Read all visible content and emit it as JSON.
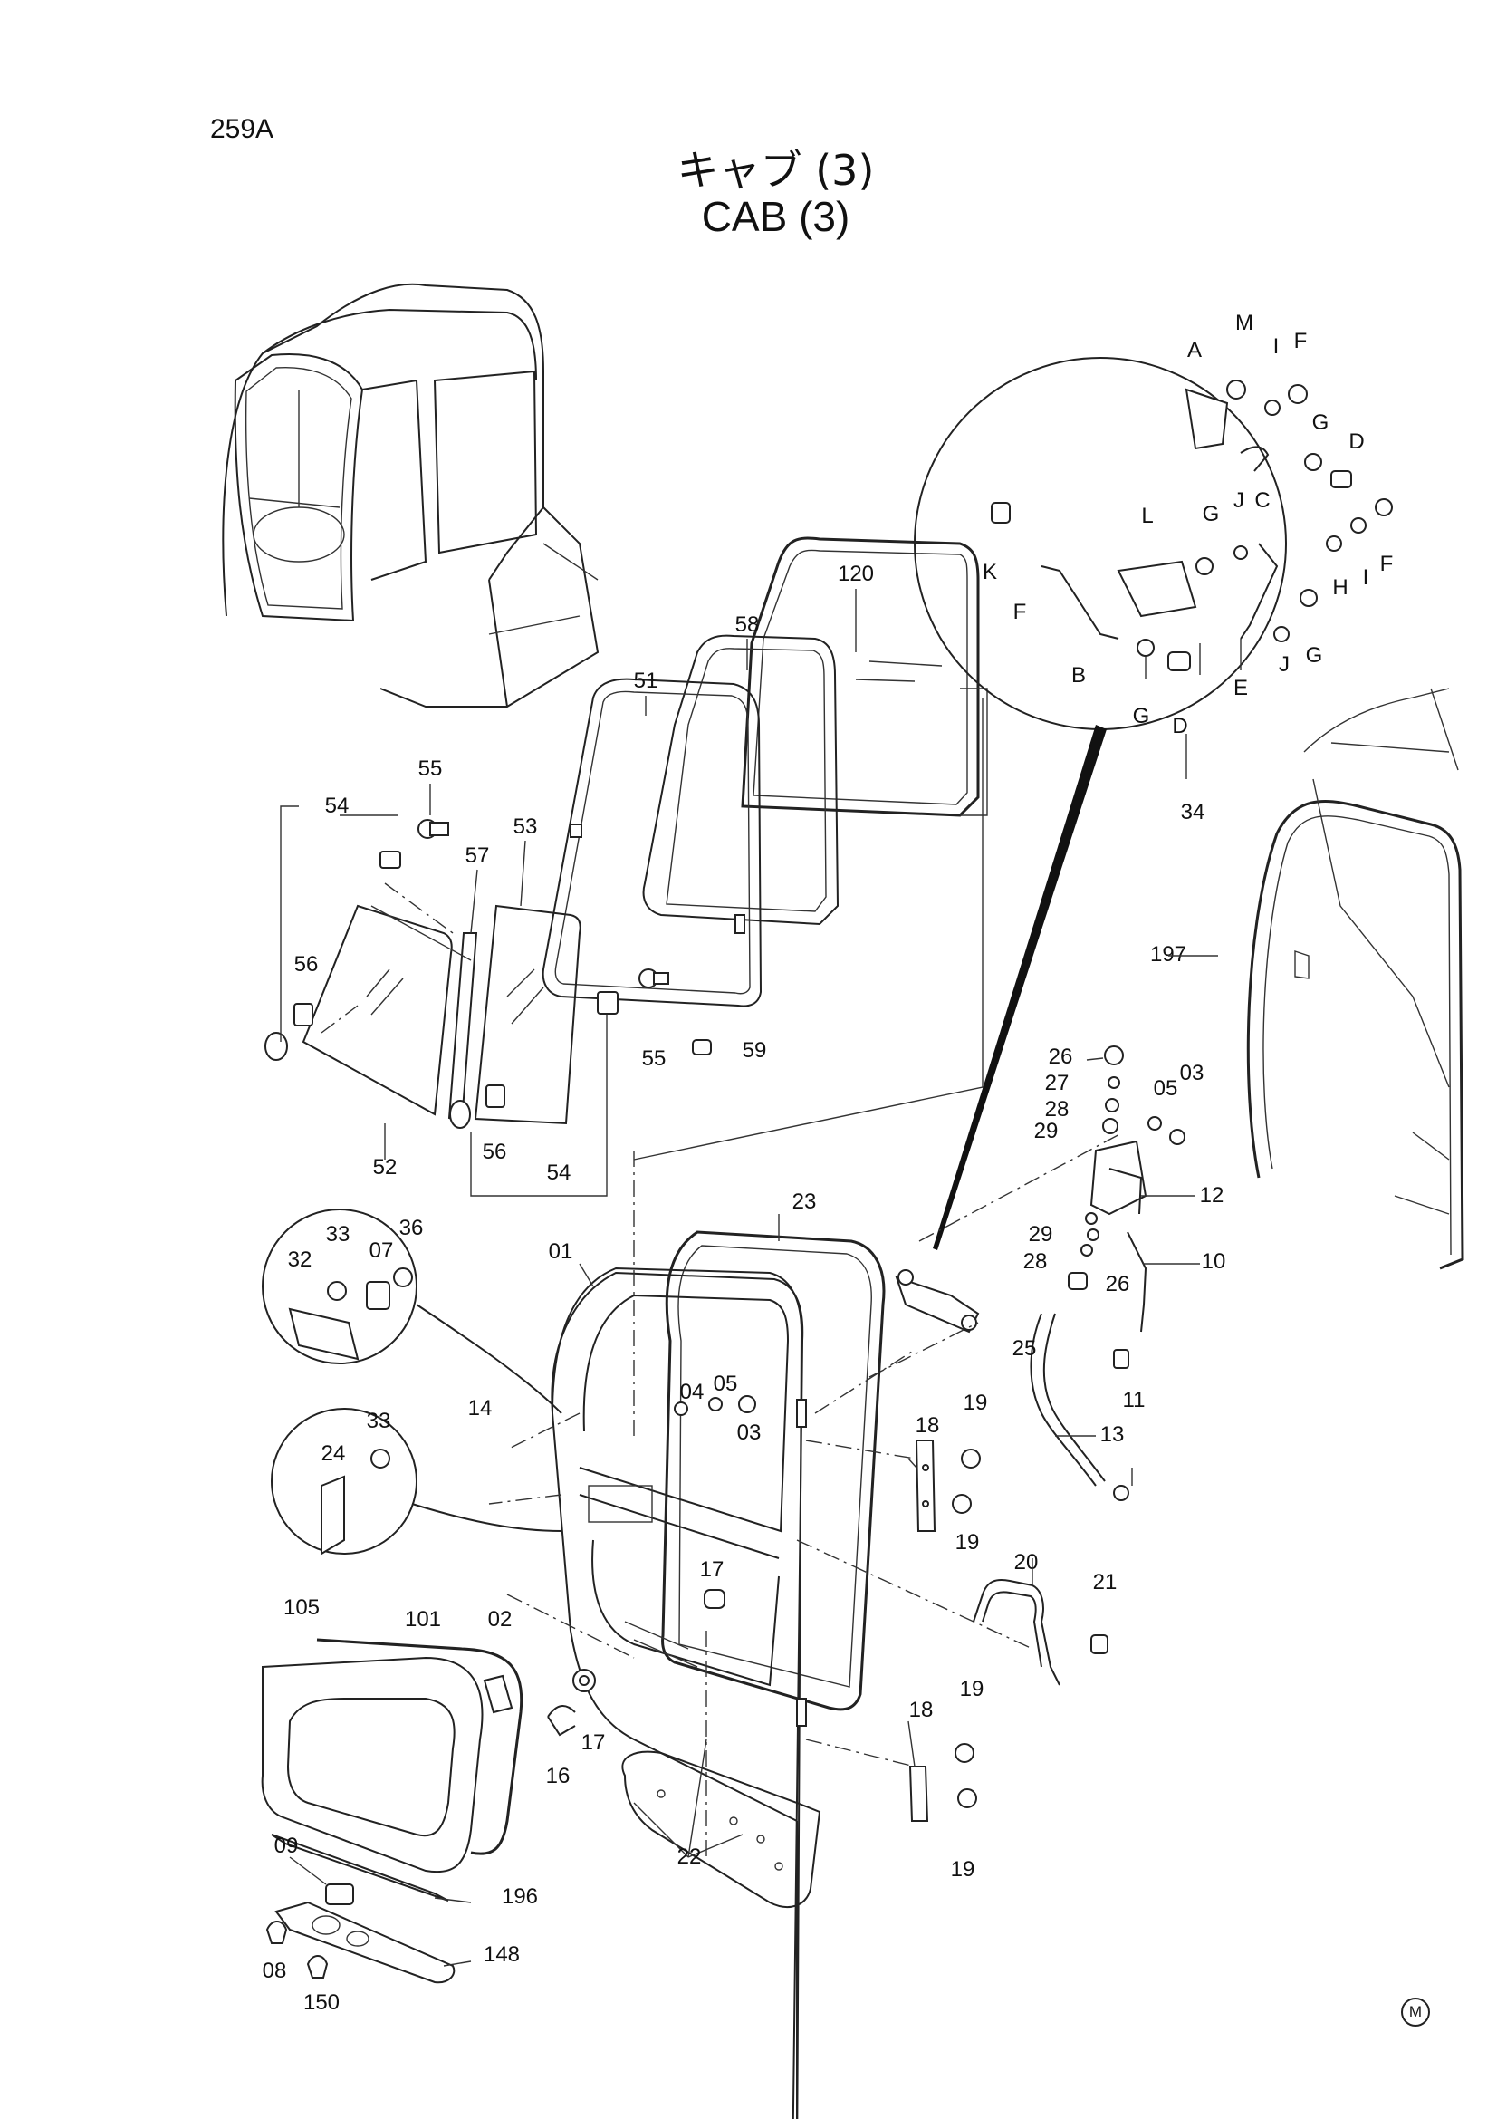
{
  "header": {
    "page_code": "259A",
    "title_jp": "キャブ (3)",
    "title_en": "CAB (3)"
  },
  "callouts": {
    "p120": "120",
    "p58": "58",
    "p51": "51",
    "p53": "53",
    "p54a": "54",
    "p55a": "55",
    "p57": "57",
    "p56a": "56",
    "p52": "52",
    "p56b": "56",
    "p54b": "54",
    "p55b": "55",
    "p59": "59",
    "p34": "34",
    "p197": "197",
    "pA": "A",
    "pM": "M",
    "pI1": "I",
    "pF1": "F",
    "pG1": "G",
    "pD1": "D",
    "pK": "K",
    "pL": "L",
    "pG2": "G",
    "pJ1": "J",
    "pC": "C",
    "pI2": "I",
    "pF2": "F",
    "pH": "H",
    "pF3": "F",
    "pB": "B",
    "pG3": "G",
    "pD2": "D",
    "pE": "E",
    "pJ2": "J",
    "pG4": "G",
    "p26a": "26",
    "p27": "27",
    "p28a": "28",
    "p29a": "29",
    "p05a": "05",
    "p03a": "03",
    "p12": "12",
    "p29b": "29",
    "p28b": "28",
    "p26b": "26",
    "p10": "10",
    "p25": "25",
    "p11": "11",
    "p13": "13",
    "p32": "32",
    "p33a": "33",
    "p07": "07",
    "p36": "36",
    "p24": "24",
    "p33b": "33",
    "p01": "01",
    "p23": "23",
    "p04": "04",
    "p05b": "05",
    "p03b": "03",
    "p14": "14",
    "p18a": "18",
    "p19a": "19",
    "p19b": "19",
    "p17a": "17",
    "p20": "20",
    "p21": "21",
    "p105": "105",
    "p101": "101",
    "p02": "02",
    "p17b": "17",
    "p16": "16",
    "p18b": "18",
    "p19c": "19",
    "p19d": "19",
    "p22": "22",
    "p09": "09",
    "p196": "196",
    "p148": "148",
    "p08": "08",
    "p150": "150"
  },
  "footer": {
    "mark": "M"
  }
}
